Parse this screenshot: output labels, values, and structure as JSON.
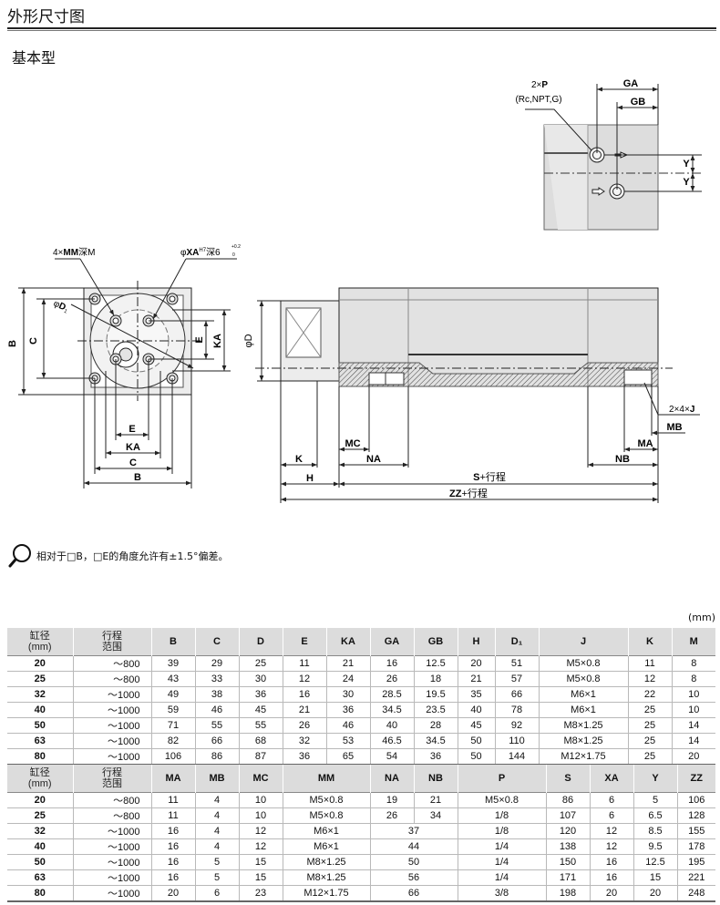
{
  "header": {
    "title": "外形尺寸图",
    "subtitle": "基本型"
  },
  "port_view": {
    "port_label_prefix": "2×",
    "port_label_main": "P",
    "port_label_sub": "(Rc,NPT,G)",
    "dim_ga": "GA",
    "dim_gb": "GB",
    "dim_y": "Y"
  },
  "front_view": {
    "mm_prefix": "4×",
    "mm_main": "MM",
    "mm_suffix": "深M",
    "xa_prefix": "φ",
    "xa_main": "XA",
    "xa_tol": "H7",
    "xa_depth": "深6",
    "xa_depth_tol_upper": "+0.2",
    "xa_depth_tol_lower": "0",
    "d1_prefix": "φ",
    "d1_main": "D",
    "d1_sub": "1",
    "dims": {
      "b": "B",
      "c": "C",
      "e": "E",
      "ka": "KA"
    }
  },
  "side_view": {
    "dims": {
      "d": "φD",
      "j_prefix": "2×4×",
      "j_main": "J",
      "mb": "MB",
      "ma": "MA",
      "mc": "MC",
      "k": "K",
      "na": "NA",
      "nb": "NB",
      "h": "H",
      "s_main": "S",
      "s_suffix": "+行程",
      "zz_main": "ZZ",
      "zz_suffix": "+行程"
    }
  },
  "note": {
    "text": "相对于□B，□E的角度允许有±1.5°偏差。"
  },
  "unit_label": "(mm)",
  "table1": {
    "headers": [
      "缸径\n(mm)",
      "行程\n范围",
      "B",
      "C",
      "D",
      "E",
      "KA",
      "GA",
      "GB",
      "H",
      "D₁",
      "J",
      "K",
      "M"
    ],
    "rows": [
      [
        "20",
        "～800",
        "39",
        "29",
        "25",
        "11",
        "21",
        "16",
        "12.5",
        "20",
        "51",
        "M5×0.8",
        "11",
        "8"
      ],
      [
        "25",
        "～800",
        "43",
        "33",
        "30",
        "12",
        "24",
        "26",
        "18",
        "21",
        "57",
        "M5×0.8",
        "12",
        "8"
      ],
      [
        "32",
        "～1000",
        "49",
        "38",
        "36",
        "16",
        "30",
        "28.5",
        "19.5",
        "35",
        "66",
        "M6×1",
        "22",
        "10"
      ],
      [
        "40",
        "～1000",
        "59",
        "46",
        "45",
        "21",
        "36",
        "34.5",
        "23.5",
        "40",
        "78",
        "M6×1",
        "25",
        "10"
      ],
      [
        "50",
        "～1000",
        "71",
        "55",
        "55",
        "26",
        "46",
        "40",
        "28",
        "45",
        "92",
        "M8×1.25",
        "25",
        "14"
      ],
      [
        "63",
        "～1000",
        "82",
        "66",
        "68",
        "32",
        "53",
        "46.5",
        "34.5",
        "50",
        "110",
        "M8×1.25",
        "25",
        "14"
      ],
      [
        "80",
        "～1000",
        "106",
        "86",
        "87",
        "36",
        "65",
        "54",
        "36",
        "50",
        "144",
        "M12×1.75",
        "25",
        "20"
      ]
    ]
  },
  "table2": {
    "headers": [
      "缸径\n(mm)",
      "行程\n范围",
      "MA",
      "MB",
      "MC",
      "MM",
      "NA",
      "NB",
      "P",
      "S",
      "XA",
      "Y",
      "ZZ"
    ],
    "rows": [
      {
        "cells": [
          "20",
          "～800",
          "11",
          "4",
          "10",
          "M5×0.8",
          "19",
          "21",
          "M5×0.8",
          "86",
          "6",
          "5",
          "106"
        ]
      },
      {
        "cells": [
          "25",
          "～800",
          "11",
          "4",
          "10",
          "M5×0.8",
          "26",
          "34",
          "1/8",
          "107",
          "6",
          "6.5",
          "128"
        ]
      },
      {
        "cells": [
          "32",
          "～1000",
          "16",
          "4",
          "12",
          "M6×1",
          "37",
          "1/8",
          "120",
          "12",
          "8.5",
          "155"
        ],
        "merged": true
      },
      {
        "cells": [
          "40",
          "～1000",
          "16",
          "4",
          "12",
          "M6×1",
          "44",
          "1/4",
          "138",
          "12",
          "9.5",
          "178"
        ],
        "merged": true
      },
      {
        "cells": [
          "50",
          "～1000",
          "16",
          "5",
          "15",
          "M8×1.25",
          "50",
          "1/4",
          "150",
          "16",
          "12.5",
          "195"
        ],
        "merged": true
      },
      {
        "cells": [
          "63",
          "～1000",
          "16",
          "5",
          "15",
          "M8×1.25",
          "56",
          "1/4",
          "171",
          "16",
          "15",
          "221"
        ],
        "merged": true
      },
      {
        "cells": [
          "80",
          "～1000",
          "20",
          "6",
          "23",
          "M12×1.75",
          "66",
          "3/8",
          "198",
          "20",
          "20",
          "248"
        ],
        "merged": true
      }
    ]
  }
}
